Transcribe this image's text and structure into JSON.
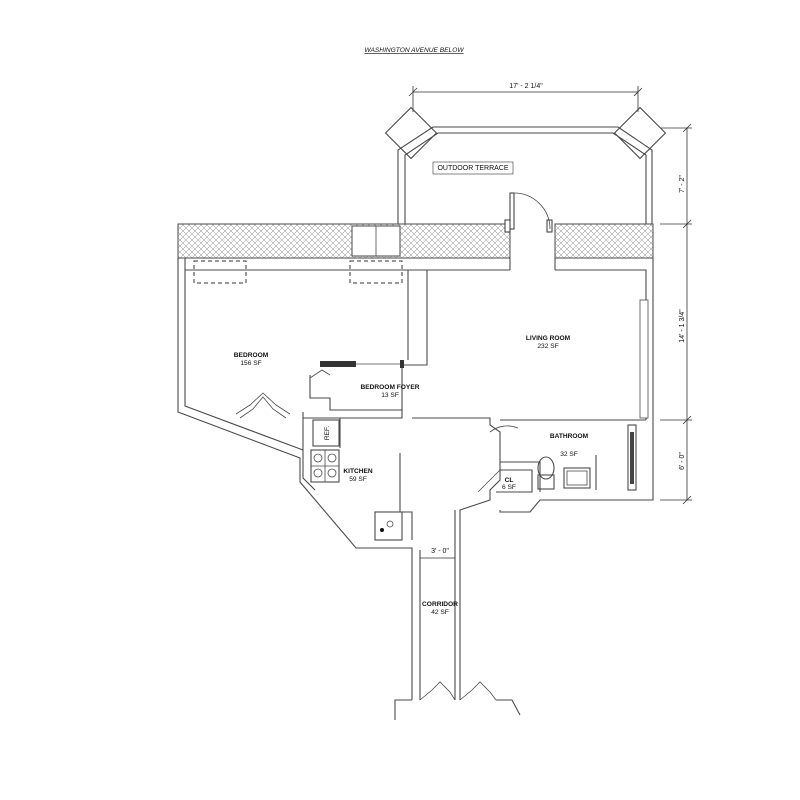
{
  "header": {
    "street_label": "WASHINGTON AVENUE BELOW"
  },
  "dimensions": {
    "terrace_width": "17' - 2 1/4\"",
    "terrace_depth": "7' - 2\"",
    "living_depth": "14' - 1 3/4\"",
    "bath_depth": "6' - 0\"",
    "corridor_width": "3' - 0\""
  },
  "rooms": {
    "terrace": {
      "name": "OUTDOOR TERRACE"
    },
    "living": {
      "name": "LIVING ROOM",
      "area": "232 SF"
    },
    "bedroom": {
      "name": "BEDROOM",
      "area": "156 SF"
    },
    "bedroom_foyer": {
      "name": "BEDROOM FOYER",
      "area": "13 SF"
    },
    "kitchen": {
      "name": "KITCHEN",
      "area": "59 SF"
    },
    "bathroom": {
      "name": "BATHROOM",
      "area": "32 SF"
    },
    "closet": {
      "name": "CL",
      "area": "6 SF"
    },
    "corridor": {
      "name": "CORRIDOR",
      "area": "42 SF"
    }
  },
  "fixtures": {
    "refrigerator": "REF."
  }
}
